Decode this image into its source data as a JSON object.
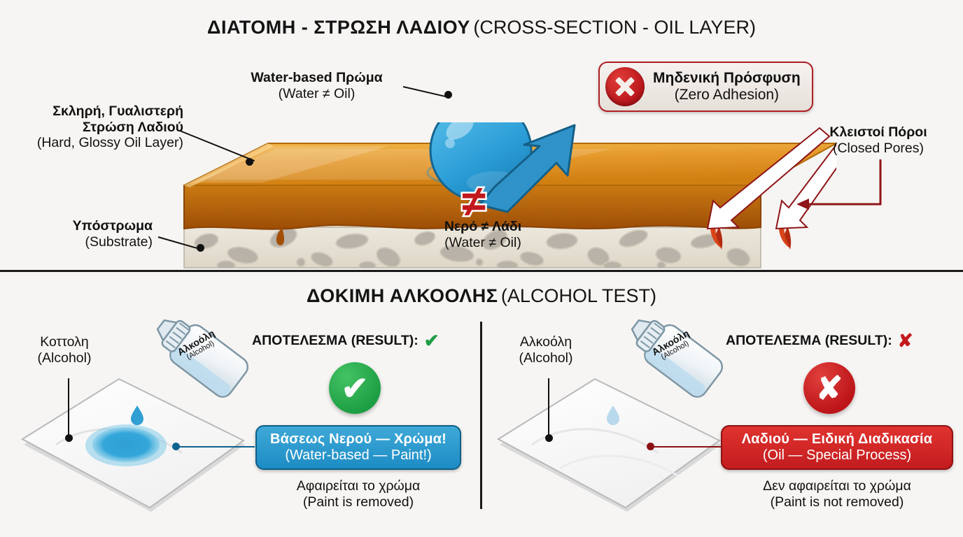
{
  "top_section": {
    "title_gr": "ΔΙΑΤΟΜΗ - ΣΤΡΩΣΗ ΛΑΔΙΟΥ",
    "title_en": "(CROSS-SECTION - OIL LAYER)",
    "labels": {
      "oil_layer_gr_1": "Σκληρή, Γυαλιστερή",
      "oil_layer_gr_2": "Στρώση Λαδιού",
      "oil_layer_en": "(Hard, Glossy Oil Layer)",
      "substrate_gr": "Υπόστρωμα",
      "substrate_en": "(Substrate)",
      "waterbased_gr": "Water-based Πρώμα",
      "waterbased_en": "(Water ≠ Oil)",
      "closed_pores_gr": "Κλειστοί Πόροι",
      "closed_pores_en": "(Closed Pores)",
      "water_not_oil_gr": "Νερό ≠ Λάδι",
      "water_not_oil_en": "(Water ≠ Oil)",
      "neq_symbol": "≠"
    },
    "badge": {
      "gr": "Μηδενική Πρόσφυση",
      "en": "(Zero Adhesion)",
      "icon": "cross-mark-icon"
    }
  },
  "bottom_section": {
    "title_gr": "ΔΟΚΙΜΗ ΑΛΚΟΟΛΗΣ",
    "title_en": "(ALCOHOL TEST)",
    "left": {
      "source_gr": "Κοττολη",
      "source_en": "(Alcohol)",
      "bottle_label_gr": "Αλκοόλη",
      "bottle_label_en": "(Alcohol)",
      "result_head": "ΑΠΟΤΕΛΕΣΜΑ (RESULT):",
      "result_mark": "✔",
      "result_mark_icon": "check-mark-icon",
      "pill_gr": "Βάσεως Νερού — Χρώμα!",
      "pill_en": "(Water-based — Paint!)",
      "note_gr": "Αφαιρείται το χρώμα",
      "note_en": "(Paint is removed)"
    },
    "right": {
      "source_gr": "Αλκοόλη",
      "source_en": "(Alcohol)",
      "bottle_label_gr": "Αλκοόλη",
      "bottle_label_en": "(Alcohol)",
      "result_head": "ΑΠΟΤΕΛΕΣΜΑ (RESULT):",
      "result_mark": "✘",
      "result_mark_icon": "cross-mark-icon",
      "pill_gr": "Λαδιού — Ειδική Διαδικασία",
      "pill_en": "(Oil — Special Process)",
      "note_gr": "Δεν αφαιρείται το χρώμα",
      "note_en": "(Paint is not removed)"
    }
  },
  "colors": {
    "background": "#f7f5f3",
    "oil_top": "#e59a27",
    "oil_side": "#c06a10",
    "oil_dark": "#a24a06",
    "substrate": "#e8e2d6",
    "pore_grey": "#b3ada4",
    "water_blue": "#2f9fd4",
    "accent_red": "#c2181c",
    "accent_green": "#1f9d45",
    "text": "#111111"
  }
}
